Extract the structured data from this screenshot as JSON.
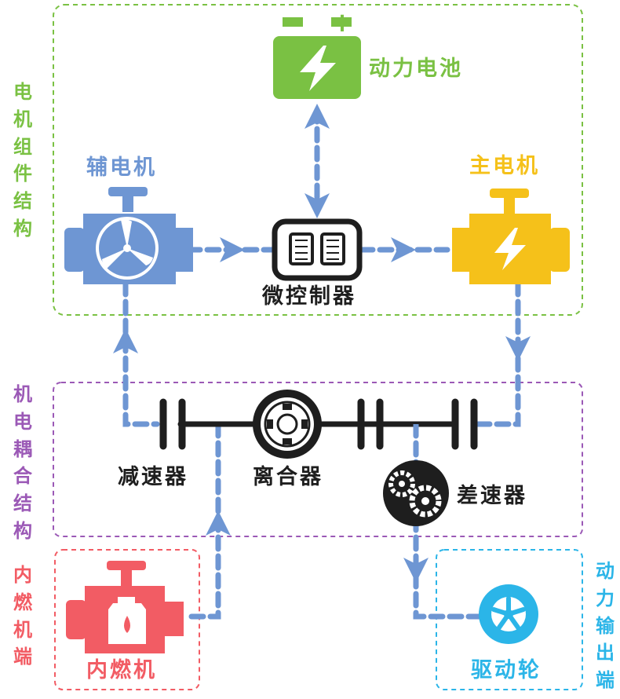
{
  "colors": {
    "green": "#7ac143",
    "blue": "#6e96d3",
    "yellow": "#f5c11a",
    "purple": "#9b59b6",
    "red": "#f25c64",
    "cyan": "#2bb5e8",
    "dark": "#1e1e1e"
  },
  "sections": {
    "motor_group": "电机组件结构",
    "coupling": "机电耦合结构",
    "engine_end": "内燃机端",
    "output_end": "动力输出端"
  },
  "components": {
    "battery": "动力电池",
    "aux_motor": "辅电机",
    "main_motor": "主电机",
    "controller": "微控制器",
    "reducer": "减速器",
    "clutch": "离合器",
    "differential": "差速器",
    "engine": "内燃机",
    "wheel": "驱动轮"
  },
  "battery_terminals": {
    "minus": "−",
    "plus": "+"
  },
  "icons": [
    "battery-icon",
    "aux-motor-icon",
    "main-motor-icon",
    "controller-chip-icon",
    "clutch-icon",
    "gears-icon",
    "engine-icon",
    "wheel-icon"
  ]
}
